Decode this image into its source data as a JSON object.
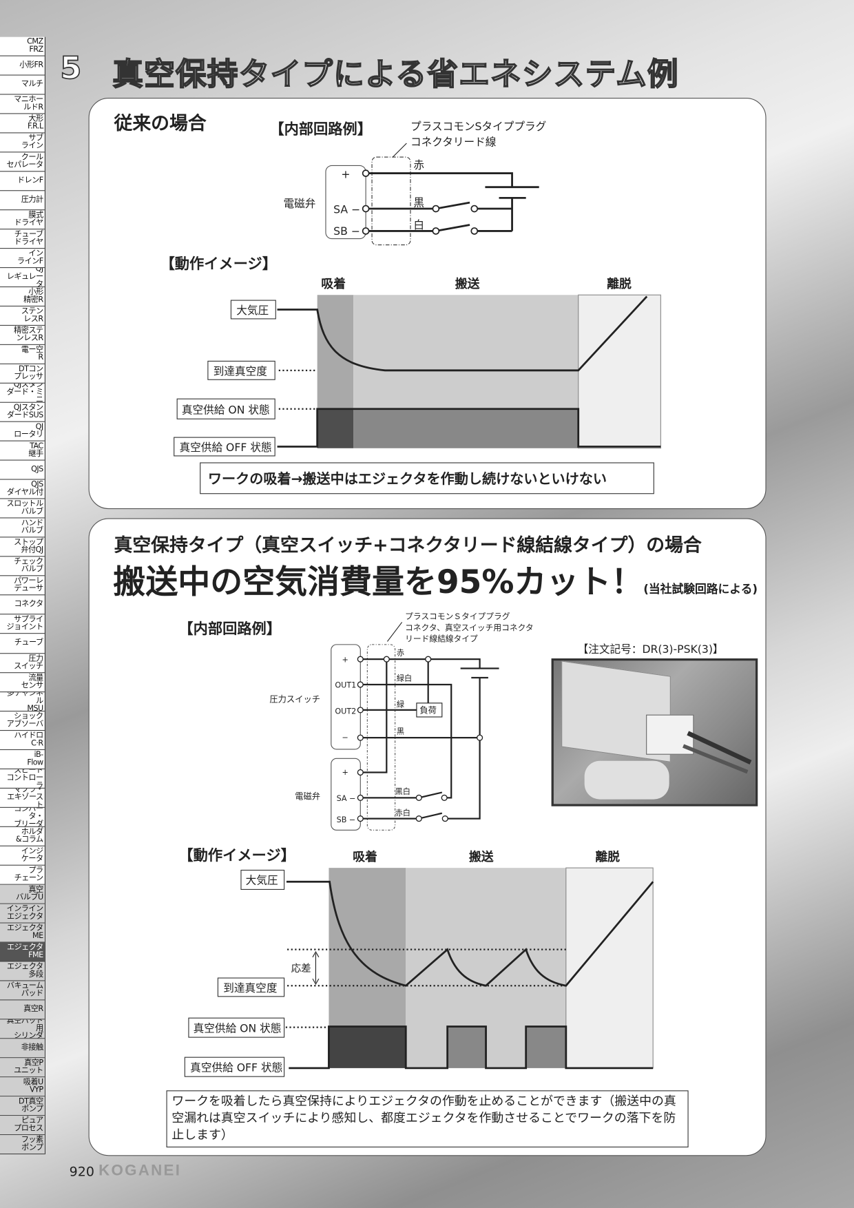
{
  "sidebar": {
    "items": [
      "CMZ\nFRZ",
      "小形FR",
      "マルチ",
      "マニホー\nルドR",
      "大形\nF.R.L",
      "サブ\nライン",
      "クール\nセパレータ",
      "ドレンF",
      "圧力計",
      "膜式\nドライヤ",
      "チューブ\nドライヤ",
      "イン\nラインF",
      "QJ\nレギュレータ",
      "小形\n精密R",
      "ステン\nレスR",
      "精密ステ\nンレスR",
      "電ー空\nR",
      "DTコン\nプレッサ",
      "QJスタン\nダード・ミニ",
      "QJスタン\nダードSUS",
      "QJ\nロータリ",
      "TAC\n継手",
      "QJS",
      "QJS\nダイヤル付",
      "スロットル\nバルブ",
      "ハンド\nバルブ",
      "ストップ\n弁付QJ",
      "チェック\nバルブ",
      "パワーレ\nデューサ",
      "コネクタ",
      "サプライ\nジョイント",
      "チューブ",
      "圧力\nスイッチ",
      "流量\nセンサ",
      "多チャンネル\nMSU",
      "ショック\nアブソーバ",
      "ハイドロ\nC·R",
      "iB-\nFlow",
      "スピード\nコントローラ",
      "マフラ・\nエキゾースト",
      "コンバータ・\nブリーダ",
      "ホルダ\n&コラム",
      "インジ\nケータ",
      "プラ\nチェーン",
      "真空\nバルブU",
      "インライン\nエジェクタ",
      "エジェクタ\nME",
      "エジェクタ\nFME",
      "エジェクタ\n多段",
      "バキューム\nパッド",
      "真空R",
      "真空パッド用\nシリンダ",
      "非接触",
      "真空P\nユニット",
      "吸着U\nVYP",
      "DT真空\nポンプ",
      "ピュア\nプロセス",
      "フッ素\nポンプ"
    ]
  },
  "header": {
    "number": "5",
    "title": "真空保持タイプによる省エネシステム例"
  },
  "section1": {
    "title": "従来の場合",
    "circuit_title": "【内部回路例】",
    "connector_note_1": "プラスコモンSタイププラグ",
    "connector_note_2": "コネクタリード線",
    "solenoid": "電磁弁",
    "terminals": [
      "+",
      "SA −",
      "SB −"
    ],
    "wires": [
      "赤",
      "黒",
      "白"
    ],
    "operation_title": "【動作イメージ】",
    "phases": [
      "吸着",
      "搬送",
      "離脱"
    ],
    "labels": [
      "大気圧",
      "到達真空度",
      "真空供給 ON 状態",
      "真空供給 OFF 状態"
    ],
    "note": "ワークの吸着→搬送中はエジェクタを作動し続けないといけない"
  },
  "section2": {
    "title": "真空保持タイプ（真空スイッチ+コネクタリード線結線タイプ）の場合",
    "headline": "搬送中の空気消費量を95%カット！",
    "headline_note": "(当社試験回路による)",
    "circuit_title": "【内部回路例】",
    "connector_note_1": "プラスコモンＳタイププラグ",
    "connector_note_2": "コネクタ、真空スイッチ用コネクタ",
    "connector_note_3": "リード線結線タイプ",
    "pressure_switch": "圧力スイッチ",
    "ps_terminals": [
      "+",
      "OUT1",
      "OUT2",
      "−"
    ],
    "ps_wires": [
      "赤",
      "緑白",
      "緑",
      "黒"
    ],
    "load": "負荷",
    "solenoid": "電磁弁",
    "sol_terminals": [
      "+",
      "SA −",
      "SB −"
    ],
    "sol_wires": [
      "黒白",
      "赤白"
    ],
    "order_code": "【注文記号：DR(3)-PSK(3)】",
    "operation_title": "【動作イメージ】",
    "phases": [
      "吸着",
      "搬送",
      "離脱"
    ],
    "hysteresis": "応差",
    "labels": [
      "大気圧",
      "到達真空度",
      "真空供給 ON 状態",
      "真空供給 OFF 状態"
    ],
    "note": "ワークを吸着したら真空保持によりエジェクタの作動を止めることができます（搬送中の真空漏れは真空スイッチにより感知し、都度エジェクタを作動させることでワークの落下を防止します）"
  },
  "footer": {
    "page": "920",
    "brand": "KOGANEI"
  }
}
